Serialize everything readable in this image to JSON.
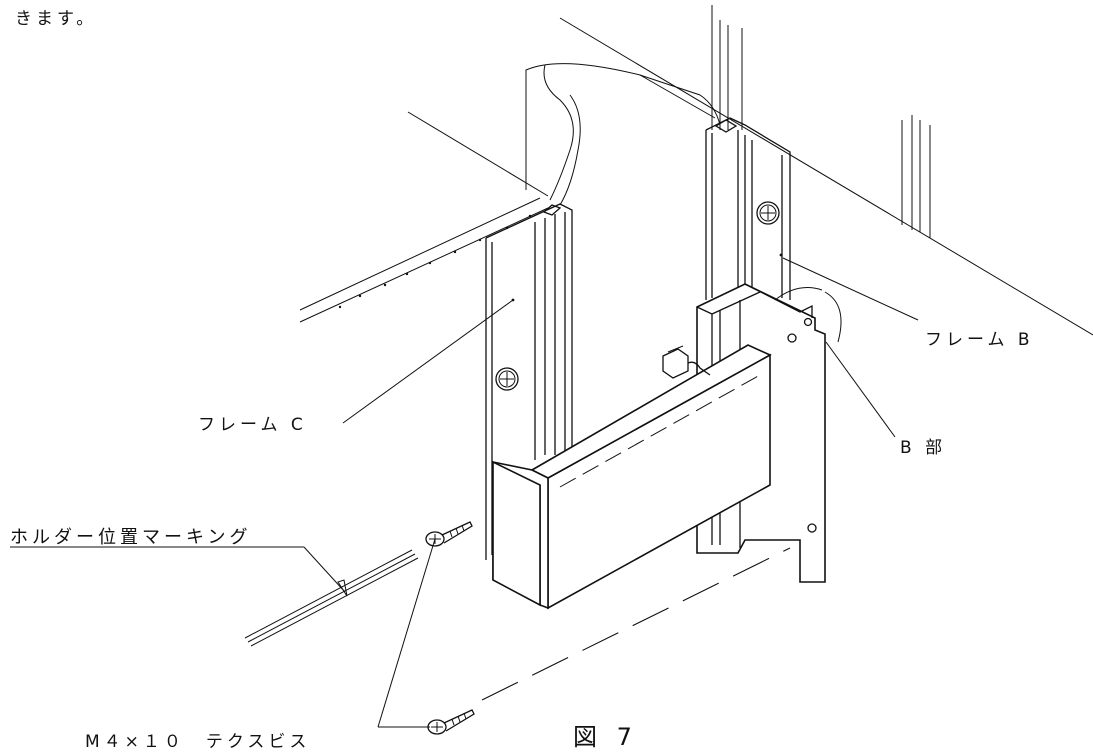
{
  "caption_top": "きます。",
  "labels": {
    "frame_c": "フレーム C",
    "frame_b": "フレーム B",
    "part_b": "B 部",
    "holder_marking": "ホルダー位置マーキング",
    "screw": "M４×１０　テクスビス"
  },
  "figure_number": "図 7"
}
